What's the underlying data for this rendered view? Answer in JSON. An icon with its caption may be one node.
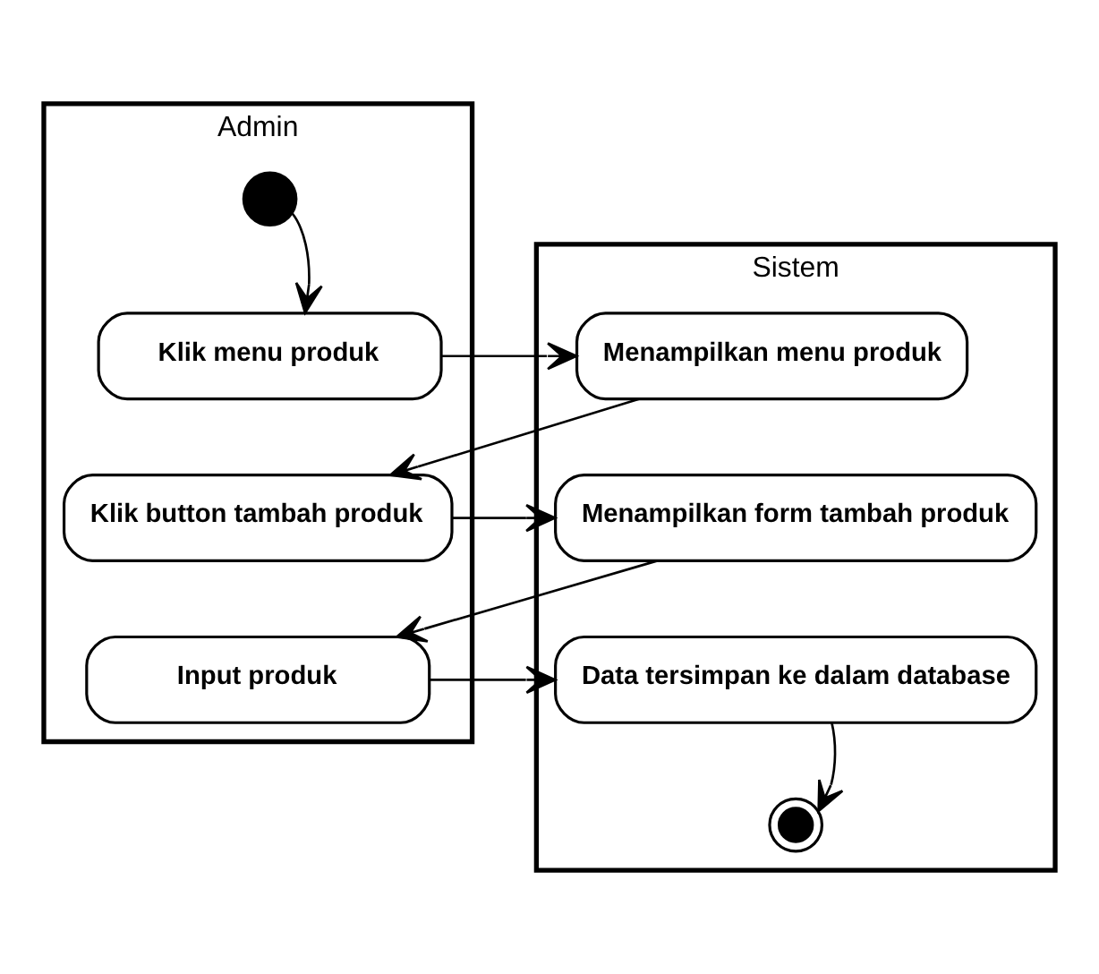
{
  "diagram": {
    "nodes": [
      {
        "text": [
          "Admin"
        ]
      },
      {
        "text": [
          "Sistem"
        ]
      },
      {
        "text": [],
        "shape": "circle",
        "in": 0
      },
      {
        "text": [
          "Klik menu produk"
        ],
        "in": 0
      },
      {
        "text": [
          "Menampilkan menu produk"
        ],
        "in": 1
      },
      {
        "text": [
          "Klik button tambah produk"
        ],
        "in": 0
      },
      {
        "text": [
          "Menampilkan form tambah produk"
        ],
        "in": 1
      },
      {
        "text": [
          "Input produk"
        ],
        "in": 0
      },
      {
        "text": [
          "Data tersimpan ke dalam database"
        ],
        "in": 1
      },
      {
        "text": [],
        "shape": "circle",
        "in": 1
      }
    ],
    "edges": [
      {
        "from": 2,
        "to": 3,
        "arrow": "to"
      },
      {
        "from": 3,
        "to": 4,
        "arrow": "to"
      },
      {
        "from": 4,
        "to": 5,
        "arrow": "to"
      },
      {
        "from": 5,
        "to": 6,
        "arrow": "to"
      },
      {
        "from": 6,
        "to": 7,
        "arrow": "to"
      },
      {
        "from": 7,
        "to": 8,
        "arrow": "to"
      },
      {
        "from": 8,
        "to": 9,
        "arrow": "to"
      }
    ]
  }
}
